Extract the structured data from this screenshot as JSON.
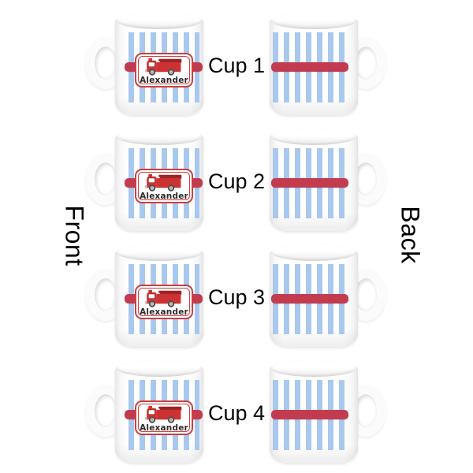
{
  "labels": {
    "front": "Front",
    "back": "Back"
  },
  "cups": [
    {
      "label": "Cup 1",
      "name": "Alexander"
    },
    {
      "label": "Cup 2",
      "name": "Alexander"
    },
    {
      "label": "Cup 3",
      "name": "Alexander"
    },
    {
      "label": "Cup 4",
      "name": "Alexander"
    }
  ],
  "icons": {
    "plaque": "fire-truck-icon"
  },
  "colors": {
    "stripe_blue": "#a9c8ee",
    "band_red": "#c33b4f",
    "plaque_red": "#ce3e3e",
    "truck_red": "#cd3232",
    "truck_dark_red": "#9c2424",
    "wheel_dark": "#4f4f4f",
    "wheel_light": "#cccccc",
    "name_dark": "#2b2b2b"
  }
}
